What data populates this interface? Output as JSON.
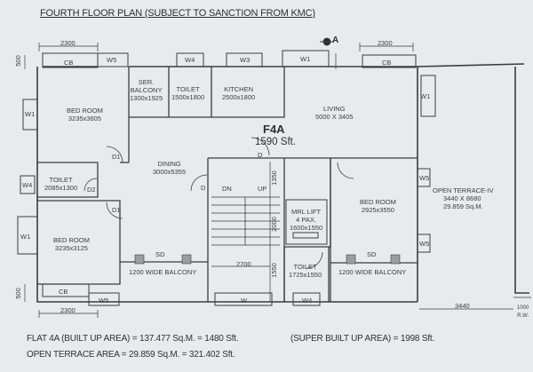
{
  "title": "FOURTH FLOOR PLAN (SUBJECT TO SANCTION FROM KMC)",
  "flat": {
    "id": "F4A",
    "area": "1590 Sft."
  },
  "section_marker": "A",
  "rooms": {
    "bed_room_1": {
      "name": "BED ROOM",
      "size": "3235x3605"
    },
    "ser_balcony": {
      "name": "SER.\nBALCONY",
      "name1": "SER.",
      "name2": "BALCONY",
      "size": "1300x1925"
    },
    "toilet_1": {
      "name": "TOILET",
      "size": "1500x1800"
    },
    "kitchen": {
      "name": "KITCHEN",
      "size": "2500x1800"
    },
    "living": {
      "name": "LIVING",
      "size": "5000 X 3405"
    },
    "dining": {
      "name": "DINING",
      "size": "3000x5355"
    },
    "toilet_2": {
      "name": "TOILET",
      "size": "2085x1300"
    },
    "bed_room_2": {
      "name": "BED ROOM",
      "size": "3235x3125"
    },
    "bed_room_3": {
      "name": "BED ROOM",
      "size": "2925x3550"
    },
    "lift": {
      "line1": "MRL LIFT",
      "line2": "4 PAX.",
      "line3": "1600x1550"
    },
    "toilet_3": {
      "name": "TOILET",
      "size": "1725x1550"
    },
    "balcony_1": {
      "name": "1200 WIDE BALCONY",
      "door": "SD"
    },
    "balcony_2": {
      "name": "1200 WIDE BALCONY",
      "door": "SD"
    },
    "open_terrace": {
      "name": "OPEN TERRACE-IV",
      "size": "3440 X 8680",
      "area": "29.859 Sq.M."
    }
  },
  "labels": {
    "cb": "CB",
    "w1": "W1",
    "w3": "W3",
    "w4": "W4",
    "w5": "W5",
    "w": "W",
    "d": "D",
    "d1": "D1",
    "d2": "D2",
    "dn": "DN",
    "up": "UP"
  },
  "dimensions": {
    "top_left": "2300",
    "top_right": "2300",
    "bottom_left": "2300",
    "offset_500": "500",
    "stair_1350_top": "1350",
    "stair_2000": "2000",
    "stair_1550": "1550",
    "stair_2700": "2700",
    "terrace_3440": "3440",
    "rw": "1000",
    "rw_label": "R.W."
  },
  "footer": {
    "built_up": "FLAT 4A  (BUILT UP AREA) =  137.477 Sq.M. = 1480 Sft.",
    "super_built_up": "(SUPER BUILT UP AREA) = 1998 Sft.",
    "open_terrace": "OPEN TERRACE AREA = 29.859 Sq.M. = 321.402 Sft."
  },
  "colors": {
    "paper": "#e9eaec",
    "line": "#3a3c44"
  }
}
